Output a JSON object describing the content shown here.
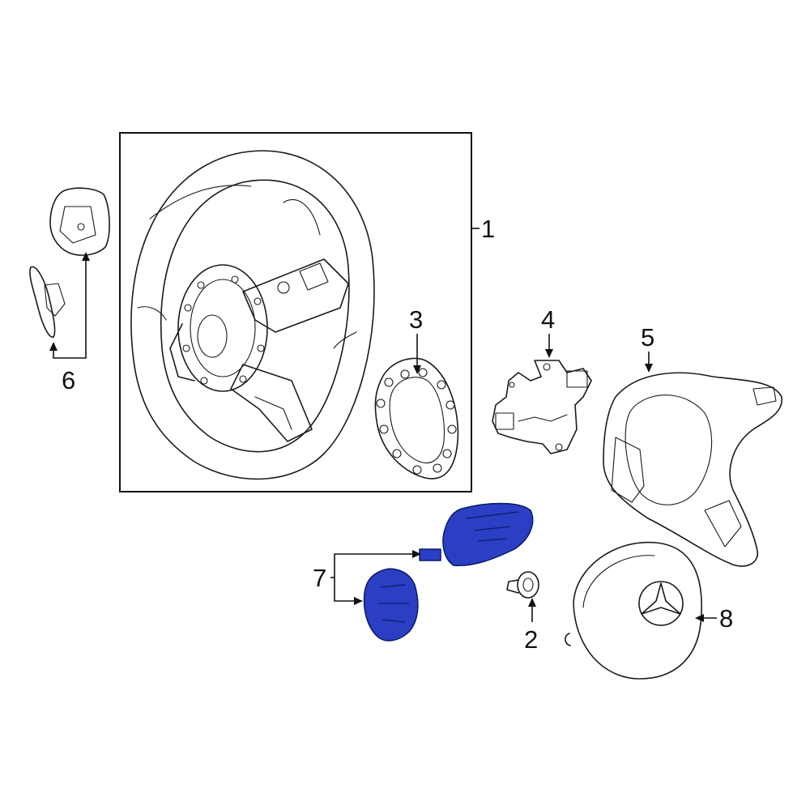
{
  "diagram": {
    "colors": {
      "line": "#1a1a1a",
      "highlight": "#2b3fc4",
      "background": "#ffffff"
    },
    "callouts": [
      {
        "id": "1",
        "label": "1"
      },
      {
        "id": "2",
        "label": "2"
      },
      {
        "id": "3",
        "label": "3"
      },
      {
        "id": "4",
        "label": "4"
      },
      {
        "id": "5",
        "label": "5"
      },
      {
        "id": "6",
        "label": "6"
      },
      {
        "id": "7",
        "label": "7"
      },
      {
        "id": "8",
        "label": "8"
      }
    ]
  }
}
